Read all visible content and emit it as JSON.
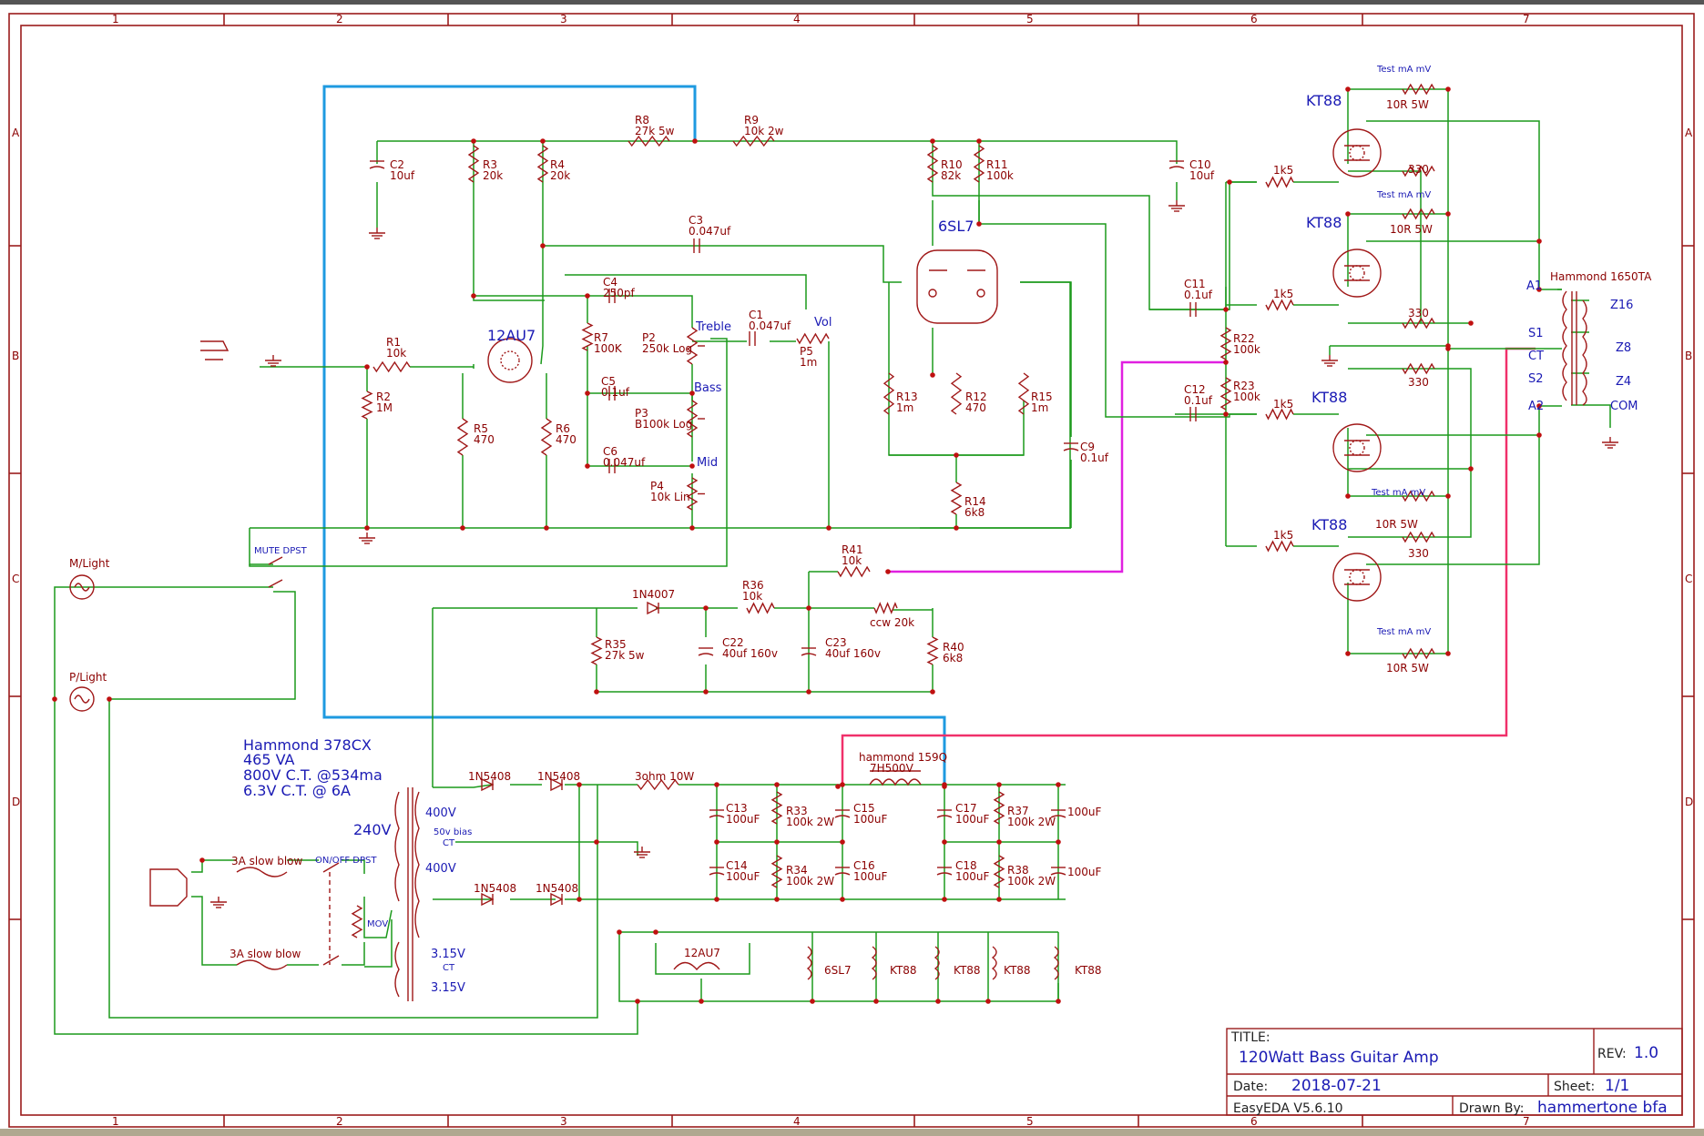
{
  "title_block": {
    "title_label": "TITLE:",
    "title": "120Watt Bass Guitar Amp",
    "rev_label": "REV:",
    "rev": "1.0",
    "date_label": "Date:",
    "date": "2018-07-21",
    "sheet_label": "Sheet:",
    "sheet": "1/1",
    "software": "EasyEDA V5.6.10",
    "drawn_label": "Drawn By:",
    "drawn_by": "hammertone bfa"
  },
  "grid": {
    "cols": [
      "1",
      "2",
      "3",
      "4",
      "5",
      "6",
      "7"
    ],
    "rows": [
      "A",
      "B",
      "C",
      "D"
    ]
  },
  "transformer_power": {
    "name": "Hammond 378CX",
    "va": "465 VA",
    "hv": "800V C.T. @534ma",
    "heater": "6.3V C.T. @ 6A",
    "mains": "240V",
    "tap_400a": "400V",
    "tap_bias": "50v bias",
    "tap_ct": "CT",
    "tap_400b": "400V",
    "tap_315a": "3.15V",
    "tap_ct2": "CT",
    "tap_315b": "3.15V"
  },
  "output_transformer": {
    "name": "Hammond 1650TA",
    "a1": "A1",
    "s1": "S1",
    "ct": "CT",
    "s2": "S2",
    "a2": "A2",
    "z16": "Z16",
    "z8": "Z8",
    "z4": "Z4",
    "com": "COM"
  },
  "choke": {
    "name": "hammond 159Q",
    "value": "7H500V"
  },
  "tubes": {
    "preamp": "12AU7",
    "driver": "6SL7",
    "power": [
      "KT88",
      "KT88",
      "KT88",
      "KT88"
    ]
  },
  "controls": {
    "treble": "Treble",
    "bass": "Bass",
    "mid": "Mid",
    "vol": "Vol"
  },
  "switches": {
    "mute": "MUTE DPST",
    "onoff": "ON/OFF DPST",
    "fuse1": "3A slow blow",
    "fuse2": "3A slow blow",
    "mov": "MOV",
    "m_light": "M/Light",
    "p_light": "P/Light"
  },
  "test_points": [
    "Test mA mV",
    "Test mA mV",
    "Test mA mV",
    "Test mA mV"
  ],
  "components": {
    "R1": [
      "R1",
      "10k"
    ],
    "R2": [
      "R2",
      "1M"
    ],
    "R3": [
      "R3",
      "20k"
    ],
    "R4": [
      "R4",
      "20k"
    ],
    "R5": [
      "R5",
      "470"
    ],
    "R6": [
      "R6",
      "470"
    ],
    "R7": [
      "R7",
      "100K"
    ],
    "R8": [
      "R8",
      "27k 5w"
    ],
    "R9": [
      "R9",
      "10k 2w"
    ],
    "R10": [
      "R10",
      "82k"
    ],
    "R11": [
      "R11",
      "100k"
    ],
    "R12": [
      "R12",
      "470"
    ],
    "R13": [
      "R13",
      "1m"
    ],
    "R14": [
      "R14",
      "6k8"
    ],
    "R15": [
      "R15",
      "1m"
    ],
    "R22": [
      "R22",
      "100k"
    ],
    "R23": [
      "R23",
      "100k"
    ],
    "R33": [
      "R33",
      "100k 2W"
    ],
    "R34": [
      "R34",
      "100k 2W"
    ],
    "R35": [
      "R35",
      "27k 5w"
    ],
    "R36": [
      "R36",
      "10k"
    ],
    "R37": [
      "R37",
      "100k 2W"
    ],
    "R38": [
      "R38",
      "100k 2W"
    ],
    "R40": [
      "R40",
      "6k8"
    ],
    "R41": [
      "R41",
      "10k"
    ],
    "C1": [
      "C1",
      "0.047uf"
    ],
    "C2": [
      "C2",
      "10uf"
    ],
    "C3": [
      "C3",
      "0.047uf"
    ],
    "C4": [
      "C4",
      "250pf"
    ],
    "C5": [
      "C5",
      "0.1uf"
    ],
    "C6": [
      "C6",
      "0.047uf"
    ],
    "C9": [
      "C9",
      "0.1uf"
    ],
    "C10": [
      "C10",
      "10uf"
    ],
    "C11": [
      "C11",
      "0.1uf"
    ],
    "C12": [
      "C12",
      "0.1uf"
    ],
    "C13": [
      "C13",
      "100uF"
    ],
    "C14": [
      "C14",
      "100uF"
    ],
    "C15": [
      "C15",
      "100uF"
    ],
    "C16": [
      "C16",
      "100uF"
    ],
    "C17": [
      "C17",
      "100uF"
    ],
    "C18": [
      "C18",
      "100uF"
    ],
    "C22": [
      "C22",
      "40uf 160v"
    ],
    "C23": [
      "C23",
      "40uf 160v"
    ],
    "C19": [
      "",
      "100uF"
    ],
    "C20": [
      "",
      "100uF"
    ],
    "P2": [
      "P2",
      "250k Log"
    ],
    "P3": [
      "P3",
      "B100k Log"
    ],
    "P4": [
      "P4",
      "10k Lin"
    ],
    "P5": [
      "P5",
      "1m"
    ],
    "RB": [
      "",
      "ccw 20k"
    ],
    "D1": [
      "",
      "1N4007"
    ],
    "D2": [
      "",
      "1N5408"
    ],
    "D3": [
      "",
      "1N5408"
    ],
    "D4": [
      "",
      "1N5408"
    ],
    "D5": [
      "",
      "1N5408"
    ],
    "R3ohm": [
      "",
      "3ohm 10W"
    ],
    "Rg1": [
      "",
      "1k5"
    ],
    "Rg2": [
      "",
      "1k5"
    ],
    "Rg3": [
      "",
      "1k5"
    ],
    "Rg4": [
      "",
      "1k5"
    ],
    "Rs1": [
      "",
      "330"
    ],
    "Rs2": [
      "",
      "330"
    ],
    "Rs3": [
      "",
      "330"
    ],
    "Rs4": [
      "",
      "330"
    ],
    "Rt1": [
      "",
      "10R 5W"
    ],
    "Rt2": [
      "",
      "10R 5W"
    ],
    "Rt3": [
      "",
      "10R 5W"
    ],
    "Rt4": [
      "",
      "10R 5W"
    ]
  },
  "heaters": {
    "h1": "12AU7",
    "h2": "6SL7",
    "h3": "KT88",
    "h4": "KT88",
    "h5": "KT88",
    "h6": "KT88"
  }
}
